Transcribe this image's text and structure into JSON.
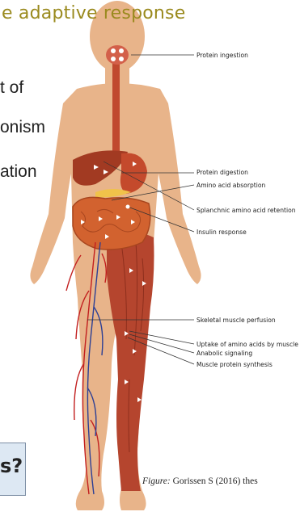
{
  "slide": {
    "title": "e adaptive response",
    "bullets": [
      "t of",
      "onism",
      "ation"
    ],
    "question_fragment": "s?"
  },
  "diagram": {
    "labels": [
      "Protein ingestion",
      "Protein digestion",
      "Amino acid absorption",
      "Splanchnic amino acid retention",
      "Insulin response",
      "Skeletal muscle perfusion",
      "Uptake of amino acids by muscle",
      "Anabolic signaling",
      "Muscle protein synthesis"
    ]
  },
  "caption": {
    "prefix": "Figure:",
    "text": " Gorissen S (2016) thes"
  },
  "colors": {
    "title": "#9a8a1e",
    "skin": "#e8b48a",
    "muscle": "#b5452e",
    "gut": "#d2622f",
    "artery": "#c21f1f",
    "vein": "#2c3f95",
    "question_box": "#dde8f3"
  }
}
